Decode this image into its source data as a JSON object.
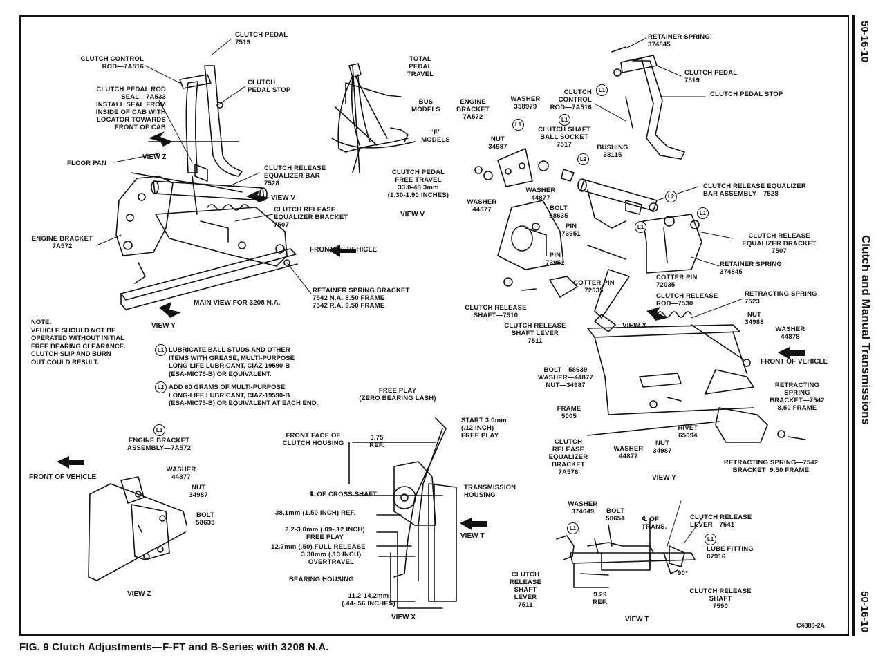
{
  "figure": {
    "caption": "FIG. 9  Clutch Adjustments—F-FT and B-Series with 3208 N.A.",
    "page_number_top": "50-16-10",
    "page_number_bottom": "50-16-10",
    "section_title": "Clutch and Manual Transmissions",
    "drawing_code": "C4888-2A"
  },
  "main_view": {
    "title": "MAIN VIEW FOR 3208 N.A.",
    "labels": {
      "clutch_pedal": "CLUTCH PEDAL\n7519",
      "control_rod": "CLUTCH CONTROL\nROD—7A516",
      "rod_seal": "CLUTCH PEDAL ROD\nSEAL—7A533\nINSTALL SEAL FROM\nINSIDE OF CAB WITH\nLOCATOR TOWARDS\nFRONT OF CAB",
      "pedal_stop": "CLUTCH\nPEDAL STOP",
      "floor_pan": "FLOOR PAN",
      "view_z_ref": "VIEW Z",
      "equalizer_bar": "CLUTCH RELEASE\nEQUALIZER BAR\n7528",
      "view_v_ref": "VIEW V",
      "equalizer_bracket": "CLUTCH RELEASE\nEQUALIZER BRACKET\n7507",
      "engine_bracket": "ENGINE BRACKET\n7A572",
      "front_of_vehicle": "FRONT OF VEHICLE",
      "retainer_bracket": "RETAINER SPRING BRACKET\n7542 N.A. 8.50 FRAME\n7542 R.A. 9.50 FRAME",
      "view_y_ref": "VIEW Y"
    }
  },
  "view_v": {
    "title": "VIEW V",
    "labels": {
      "total_travel": "TOTAL\nPEDAL\nTRAVEL",
      "bus_models": "BUS\nMODELS",
      "f_models": "“F”\nMODELS",
      "free_travel": "CLUTCH PEDAL\nFREE TRAVEL\n33.0-48.3mm\n(1.30-1.90 INCHES)"
    }
  },
  "notes": {
    "note": "NOTE:\nVEHICLE SHOULD NOT BE\nOPERATED WITHOUT INITIAL\nFREE BEARING CLEARANCE.\nCLUTCH SLIP AND BURN\nOUT COULD RESULT.",
    "l1_badge": "L1",
    "l1_text": "LUBRICATE BALL STUDS AND OTHER\nITEMS WITH GREASE, MULTI-PURPOSE\nLONG-LIFE LUBRICANT, CIAZ-19590-B\n(ESA-MIC75-B) OR EQUIVALENT.",
    "l2_badge": "L2",
    "l2_text": "ADD 60 GRAMS OF MULTI-PURPOSE\nLONG-LIFE LUBRICANT, CIAZ-19590-B\n(ESA-MIC75-B) OR EQUIVALENT AT EACH END."
  },
  "view_z": {
    "title": "VIEW Z",
    "labels": {
      "engine_bracket_assy": "ENGINE BRACKET\nASSEMBLY—7A572",
      "front_of_vehicle": "FRONT OF VEHICLE",
      "washer": "WASHER\n44877",
      "nut": "NUT\n34987",
      "bolt": "BOLT\n58635"
    }
  },
  "view_x": {
    "title": "VIEW X",
    "labels": {
      "free_play": "FREE PLAY\n(ZERO BEARING LASH)",
      "start": "START 3.0mm\n(.12 INCH)\nFREE PLAY",
      "front_face": "FRONT FACE OF\nCLUTCH HOUSING",
      "dim_375": "3.75\nREF.",
      "cross_shaft": "℄ OF CROSS SHAFT",
      "trans_housing": "TRANSMISSION\nHOUSING",
      "dim_381": "38.1mm (1.50 INCH) REF.",
      "dim_22": "2.2-3.0mm (.09-.12 INCH)\nFREE PLAY",
      "view_t_ref": "VIEW T",
      "dim_127": "12.7mm (.50) FULL RELEASE",
      "dim_33": "3.30mm (.13 INCH)\nOVERTRAVEL",
      "bearing_housing": "BEARING HOUSING",
      "dim_112": "11.2-14.2mm\n(.44-.56 INCHES)"
    }
  },
  "exploded_view": {
    "labels": {
      "retainer_spring": "RETAINER SPRING\n374845",
      "clutch_pedal": "CLUTCH PEDAL\n7519",
      "pedal_stop": "CLUTCH PEDAL STOP",
      "control_rod": "CLUTCH\nCONTROL\nROD—7A516",
      "engine_bracket": "ENGINE\nBRACKET\n7A572",
      "washer_358979": "WASHER\n358979",
      "ball_socket": "CLUTCH SHAFT\nBALL SOCKET\n7517",
      "nut_34987": "NUT\n34987",
      "bushing": "BUSHING\n38115",
      "washer_44877_a": "WASHER\n44877",
      "washer_44877_b": "WASHER\n44877",
      "bolt_58635": "BOLT\n58635",
      "pin_a": "PIN\n73951",
      "pin_b": "PIN\n73951",
      "equalizer_bar_assy": "CLUTCH RELEASE EQUALIZER\nBAR ASSEMBLY—7528",
      "equalizer_bracket": "CLUTCH RELEASE\nEQUALIZER BRACKET\n7507",
      "retainer_spring_b": "RETAINER SPRING\n374845",
      "cotter_pin_a": "COTTER PIN\n72035",
      "cotter_pin_b": "COTTER PIN\n72035",
      "release_rod": "CLUTCH RELEASE\nROD—7530",
      "release_shaft": "CLUTCH RELEASE\nSHAFT—7510",
      "shaft_lever": "CLUTCH RELEASE\nSHAFT LEVER\n7511",
      "retracting_spring": "RETRACTING SPRING\n7523",
      "nut_34988": "NUT\n34988",
      "washer_44878": "WASHER\n44878",
      "view_x_ref": "VIEW X",
      "front_of_vehicle": "FRONT OF VEHICLE"
    }
  },
  "view_y": {
    "title": "VIEW Y",
    "labels": {
      "bolt_group": "BOLT—58639\nWASHER—44877\nNUT—34987",
      "frame": "FRAME\n5005",
      "retracting_bracket_850": "RETRACTING\nSPRING\nBRACKET—7542\n8.50 FRAME",
      "rivet": "RIVET\n65094",
      "equalizer_bracket": "CLUTCH\nRELEASE\nEQUALIZER\nBRACKET\n7A576",
      "washer": "WASHER\n44877",
      "nut": "NUT\n34987",
      "retracting_bracket_950": "RETRACTING SPRING—7542\nBRACKET  9.50 FRAME"
    }
  },
  "view_t": {
    "title": "VIEW T",
    "labels": {
      "washer": "WASHER\n374049",
      "bolt": "BOLT\n58654",
      "cl_trans": "℄ OF\nTRANS.",
      "release_lever": "CLUTCH RELEASE\nLEVER—7541",
      "lube_fitting": "LUBE FITTING\n87916",
      "angle": "90°",
      "shaft_lever": "CLUTCH\nRELEASE\nSHAFT\nLEVER\n7511",
      "dim_929": "9.29\nREF.",
      "release_shaft": "CLUTCH RELEASE\nSHAFT\n7590"
    }
  },
  "badges": {
    "l1": "L1",
    "l2": "L2"
  }
}
